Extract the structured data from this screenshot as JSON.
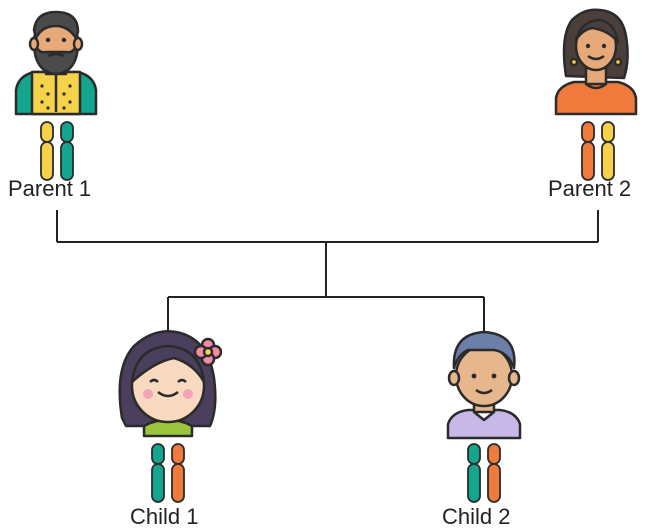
{
  "nodes": [
    {
      "id": "parent1",
      "label": "Parent 1"
    },
    {
      "id": "parent2",
      "label": "Parent 2"
    },
    {
      "id": "child1",
      "label": "Child 1"
    },
    {
      "id": "child2",
      "label": "Child 2"
    }
  ],
  "chromosome_colors": {
    "yellow": "#F5D24A",
    "teal": "#14A58E",
    "orange": "#F07A3C"
  },
  "chromosomes": {
    "parent1": [
      "yellow",
      "teal"
    ],
    "parent2": [
      "orange",
      "yellow"
    ],
    "child1": [
      "teal",
      "orange"
    ],
    "child2": [
      "teal",
      "orange"
    ]
  },
  "icons": {
    "parent1": "bearded-man-avatar-icon",
    "parent2": "woman-avatar-icon",
    "child1": "girl-avatar-icon",
    "child2": "boy-avatar-icon"
  },
  "line_color": "#222222"
}
